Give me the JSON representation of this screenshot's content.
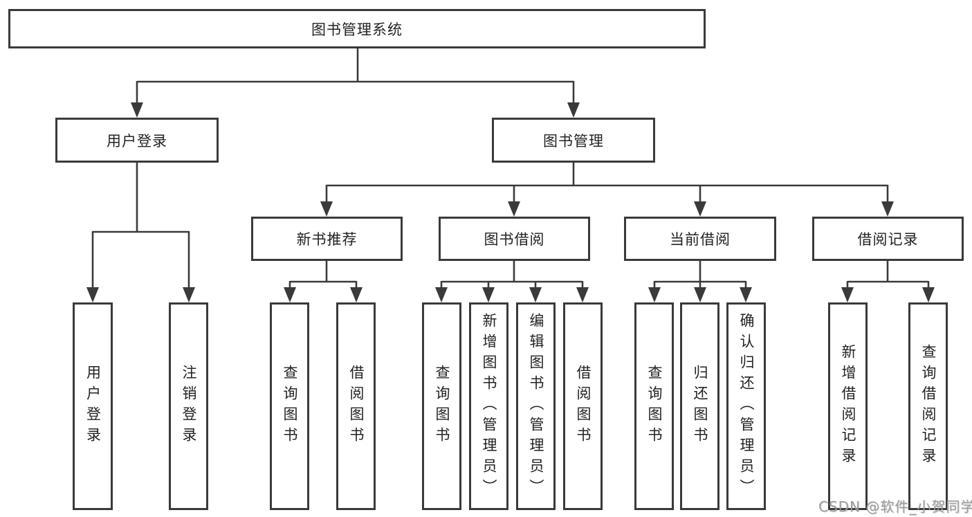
{
  "diagram": {
    "root": {
      "label": "图书管理系统"
    },
    "branches": [
      {
        "label": "用户登录",
        "children": [
          {
            "label": "用户登录"
          },
          {
            "label": "注销登录"
          }
        ]
      },
      {
        "label": "图书管理",
        "children": [
          {
            "label": "新书推荐",
            "children": [
              {
                "label": "查询图书"
              },
              {
                "label": "借阅图书"
              }
            ]
          },
          {
            "label": "图书借阅",
            "children": [
              {
                "label": "查询图书"
              },
              {
                "label": "新增图书（管理员）"
              },
              {
                "label": "编辑图书（管理员）"
              },
              {
                "label": "借阅图书"
              }
            ]
          },
          {
            "label": "当前借阅",
            "children": [
              {
                "label": "查询图书"
              },
              {
                "label": "归还图书"
              },
              {
                "label": "确认归还（管理员）"
              }
            ]
          },
          {
            "label": "借阅记录",
            "children": [
              {
                "label": "新增借阅记录"
              },
              {
                "label": "查询借阅记录"
              }
            ]
          }
        ]
      }
    ]
  },
  "watermark": {
    "text": "CSDN @软件_小贺同学"
  },
  "colors": {
    "line": "#3a3a3a",
    "box_border": "#3a3a3a",
    "box_background": "#ffffff",
    "text": "#222222",
    "watermark": "#9e9e9e"
  }
}
